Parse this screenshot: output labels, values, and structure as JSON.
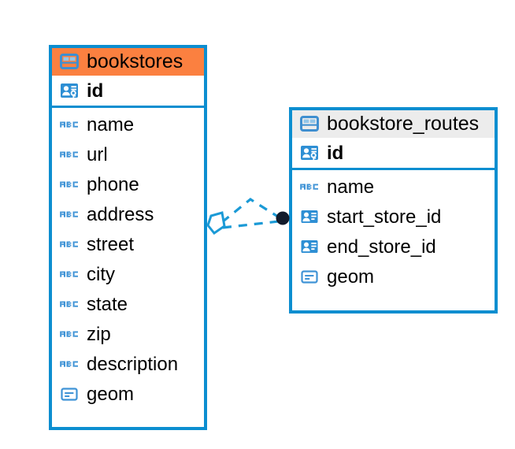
{
  "diagram": {
    "type": "entity-relationship-diagram",
    "background": "#ffffff",
    "accent_color": "#0c8ed0",
    "highlight_color": "#fb8040",
    "header_grey": "#ececec",
    "relationship": {
      "name": "bookstores-to-bookstore-routes",
      "from_table": "bookstores",
      "to_table": "bookstore_routes",
      "line_style": "dashed",
      "line_color": "#0c8ed0",
      "source_marker": "polygon-shape-icon",
      "target_marker": "filled-circle"
    }
  },
  "tables": [
    {
      "name": "bookstores",
      "header_icon": "table-icon",
      "header_style": "orange",
      "primary_key": {
        "label": "id",
        "icon": "primary-key-icon"
      },
      "fields": [
        {
          "label": "name",
          "icon": "text-abc-icon"
        },
        {
          "label": "url",
          "icon": "text-abc-icon"
        },
        {
          "label": "phone",
          "icon": "text-abc-icon"
        },
        {
          "label": "address",
          "icon": "text-abc-icon"
        },
        {
          "label": "street",
          "icon": "text-abc-icon"
        },
        {
          "label": "city",
          "icon": "text-abc-icon"
        },
        {
          "label": "state",
          "icon": "text-abc-icon"
        },
        {
          "label": "zip",
          "icon": "text-abc-icon"
        },
        {
          "label": "description",
          "icon": "text-abc-icon"
        },
        {
          "label": "geom",
          "icon": "geometry-icon"
        }
      ]
    },
    {
      "name": "bookstore_routes",
      "header_icon": "table-icon",
      "header_style": "grey",
      "primary_key": {
        "label": "id",
        "icon": "primary-key-icon"
      },
      "fields": [
        {
          "label": "name",
          "icon": "text-abc-icon"
        },
        {
          "label": "start_store_id",
          "icon": "foreign-key-icon"
        },
        {
          "label": "end_store_id",
          "icon": "foreign-key-icon"
        },
        {
          "label": "geom",
          "icon": "geometry-icon"
        }
      ]
    }
  ]
}
